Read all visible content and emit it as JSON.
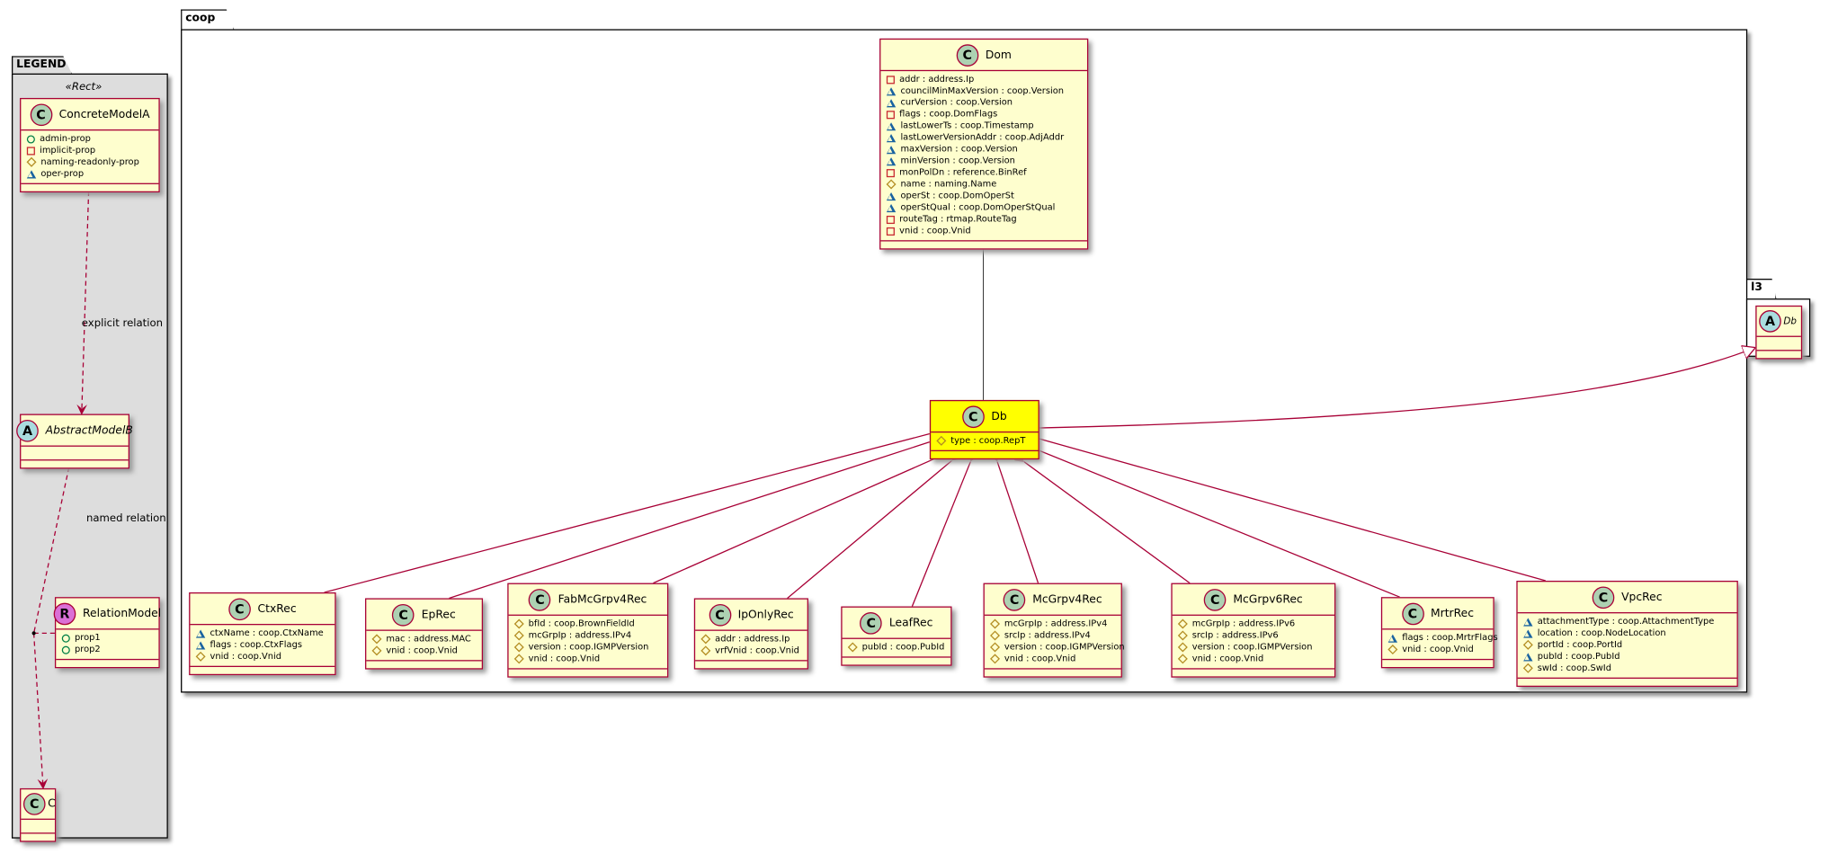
{
  "legend": {
    "title": "LEGEND",
    "stereotype": "«Rect»",
    "explicit_relation": "explicit relation",
    "named_relation": "named relation",
    "classes": [
      {
        "id": "ConcreteModelA",
        "kind": "C",
        "name": "ConcreteModelA",
        "members": [
          {
            "vis": "+",
            "text": "admin-prop"
          },
          {
            "vis": "-",
            "text": "implicit-prop"
          },
          {
            "vis": "#",
            "text": "naming-readonly-prop"
          },
          {
            "vis": "~",
            "text": "oper-prop"
          }
        ]
      },
      {
        "id": "AbstractModelB",
        "kind": "A",
        "name": "AbstractModelB",
        "italic": true,
        "members": []
      },
      {
        "id": "RelationModel",
        "kind": "R",
        "name": "RelationModel",
        "members": [
          {
            "vis": "+",
            "text": "prop1"
          },
          {
            "vis": "+",
            "text": "prop2"
          }
        ]
      },
      {
        "id": "C",
        "kind": "C",
        "name": "C",
        "members": []
      }
    ]
  },
  "packages": {
    "coop": "coop",
    "l3": "l3"
  },
  "colors": {
    "border": "#A80036",
    "fill": "#FEFECE",
    "highlight": "#FFFF00",
    "classIcon": "#ADD1B2",
    "abstractIcon": "#A9DCDF",
    "relationIcon": "#DA70D6"
  },
  "classes": [
    {
      "id": "Dom",
      "kind": "C",
      "name": "Dom",
      "members": [
        {
          "vis": "-",
          "text": "addr : address.Ip"
        },
        {
          "vis": "~",
          "text": "councilMinMaxVersion : coop.Version"
        },
        {
          "vis": "~",
          "text": "curVersion : coop.Version"
        },
        {
          "vis": "-",
          "text": "flags : coop.DomFlags"
        },
        {
          "vis": "~",
          "text": "lastLowerTs : coop.Timestamp"
        },
        {
          "vis": "~",
          "text": "lastLowerVersionAddr : coop.AdjAddr"
        },
        {
          "vis": "~",
          "text": "maxVersion : coop.Version"
        },
        {
          "vis": "~",
          "text": "minVersion : coop.Version"
        },
        {
          "vis": "-",
          "text": "monPolDn : reference.BinRef"
        },
        {
          "vis": "#",
          "text": "name : naming.Name"
        },
        {
          "vis": "~",
          "text": "operSt : coop.DomOperSt"
        },
        {
          "vis": "~",
          "text": "operStQual : coop.DomOperStQual"
        },
        {
          "vis": "-",
          "text": "routeTag : rtmap.RouteTag"
        },
        {
          "vis": "-",
          "text": "vnid : coop.Vnid"
        }
      ]
    },
    {
      "id": "Db",
      "kind": "C",
      "name": "Db",
      "highlight": true,
      "members": [
        {
          "vis": "#",
          "text": "type : coop.RepT"
        }
      ]
    },
    {
      "id": "l3Db",
      "kind": "A",
      "name": "Db",
      "italic": true,
      "members": []
    },
    {
      "id": "CtxRec",
      "kind": "C",
      "name": "CtxRec",
      "members": [
        {
          "vis": "~",
          "text": "ctxName : coop.CtxName"
        },
        {
          "vis": "~",
          "text": "flags : coop.CtxFlags"
        },
        {
          "vis": "#",
          "text": "vnid : coop.Vnid"
        }
      ]
    },
    {
      "id": "EpRec",
      "kind": "C",
      "name": "EpRec",
      "members": [
        {
          "vis": "#",
          "text": "mac : address.MAC"
        },
        {
          "vis": "#",
          "text": "vnid : coop.Vnid"
        }
      ]
    },
    {
      "id": "FabMcGrpv4Rec",
      "kind": "C",
      "name": "FabMcGrpv4Rec",
      "members": [
        {
          "vis": "#",
          "text": "bfId : coop.BrownFieldId"
        },
        {
          "vis": "#",
          "text": "mcGrpIp : address.IPv4"
        },
        {
          "vis": "#",
          "text": "version : coop.IGMPVersion"
        },
        {
          "vis": "#",
          "text": "vnid : coop.Vnid"
        }
      ]
    },
    {
      "id": "IpOnlyRec",
      "kind": "C",
      "name": "IpOnlyRec",
      "members": [
        {
          "vis": "#",
          "text": "addr : address.Ip"
        },
        {
          "vis": "#",
          "text": "vrfVnid : coop.Vnid"
        }
      ]
    },
    {
      "id": "LeafRec",
      "kind": "C",
      "name": "LeafRec",
      "members": [
        {
          "vis": "#",
          "text": "pubId : coop.PubId"
        }
      ]
    },
    {
      "id": "McGrpv4Rec",
      "kind": "C",
      "name": "McGrpv4Rec",
      "members": [
        {
          "vis": "#",
          "text": "mcGrpIp : address.IPv4"
        },
        {
          "vis": "#",
          "text": "srcIp : address.IPv4"
        },
        {
          "vis": "#",
          "text": "version : coop.IGMPVersion"
        },
        {
          "vis": "#",
          "text": "vnid : coop.Vnid"
        }
      ]
    },
    {
      "id": "McGrpv6Rec",
      "kind": "C",
      "name": "McGrpv6Rec",
      "members": [
        {
          "vis": "#",
          "text": "mcGrpIp : address.IPv6"
        },
        {
          "vis": "#",
          "text": "srcIp : address.IPv6"
        },
        {
          "vis": "#",
          "text": "version : coop.IGMPVersion"
        },
        {
          "vis": "#",
          "text": "vnid : coop.Vnid"
        }
      ]
    },
    {
      "id": "MrtrRec",
      "kind": "C",
      "name": "MrtrRec",
      "members": [
        {
          "vis": "~",
          "text": "flags : coop.MrtrFlags"
        },
        {
          "vis": "#",
          "text": "vnid : coop.Vnid"
        }
      ]
    },
    {
      "id": "VpcRec",
      "kind": "C",
      "name": "VpcRec",
      "members": [
        {
          "vis": "~",
          "text": "attachmentType : coop.AttachmentType"
        },
        {
          "vis": "~",
          "text": "location : coop.NodeLocation"
        },
        {
          "vis": "#",
          "text": "portId : coop.PortId"
        },
        {
          "vis": "~",
          "text": "pubId : coop.PubId"
        },
        {
          "vis": "#",
          "text": "swId : coop.SwId"
        }
      ]
    }
  ]
}
